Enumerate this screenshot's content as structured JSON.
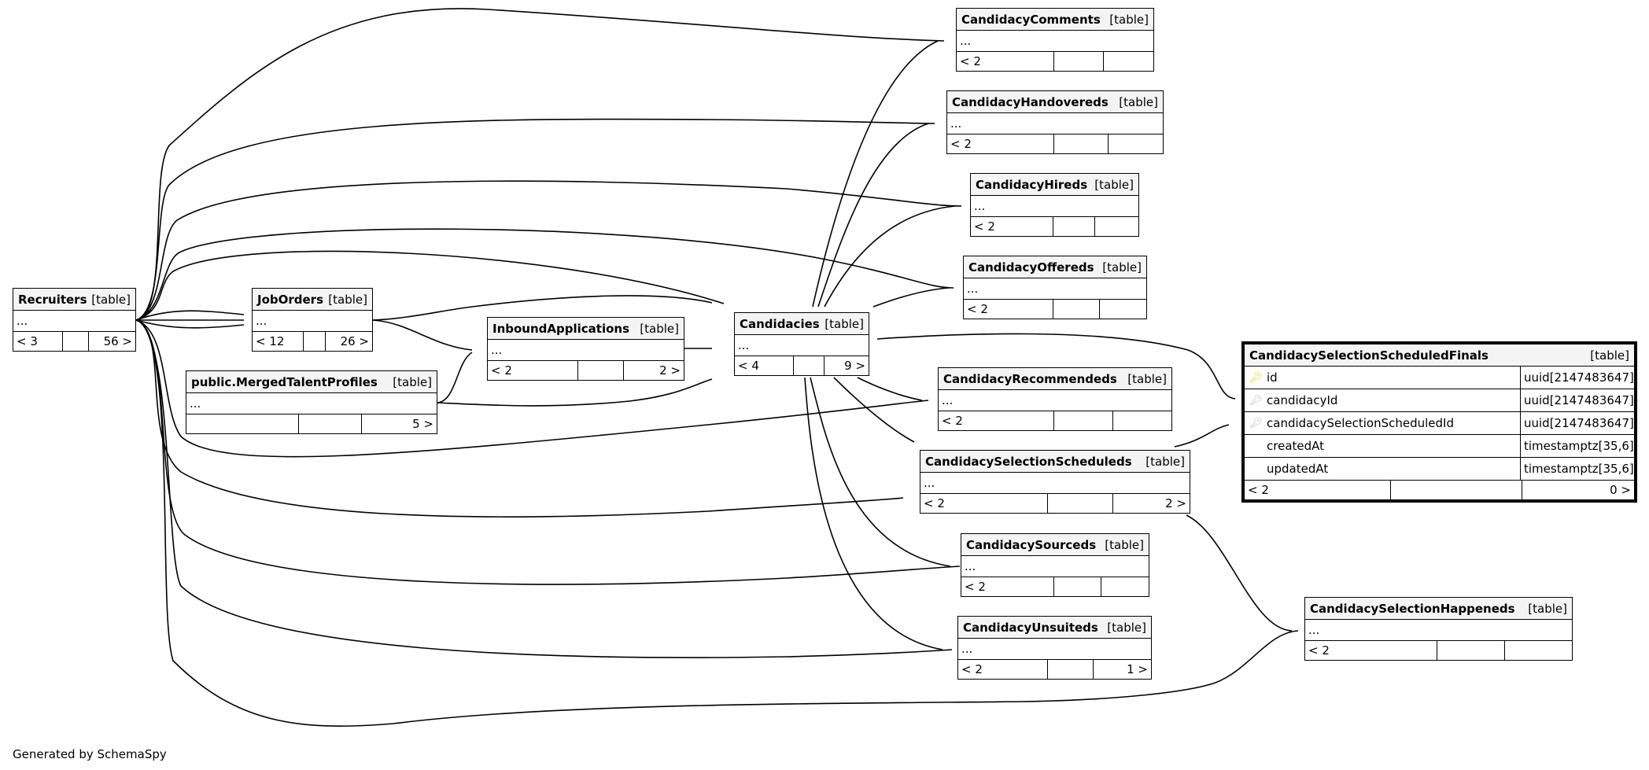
{
  "diagram": {
    "type_label": "[table]",
    "ellipsis": "...",
    "footer": "Generated by SchemaSpy"
  },
  "tables": {
    "recruiters": {
      "name": "Recruiters",
      "left": "< 3",
      "right": "56 >"
    },
    "joborders": {
      "name": "JobOrders",
      "left": "< 12",
      "right": "26 >"
    },
    "merged": {
      "name": "public.MergedTalentProfiles",
      "left": "",
      "right": "5 >"
    },
    "inbound": {
      "name": "InboundApplications",
      "left": "< 2",
      "right": "2 >"
    },
    "candidacies": {
      "name": "Candidacies",
      "left": "< 4",
      "right": "9 >"
    },
    "comments": {
      "name": "CandidacyComments",
      "left": "< 2",
      "right": ""
    },
    "handovereds": {
      "name": "CandidacyHandovereds",
      "left": "< 2",
      "right": ""
    },
    "hireds": {
      "name": "CandidacyHireds",
      "left": "< 2",
      "right": ""
    },
    "offereds": {
      "name": "CandidacyOffereds",
      "left": "< 2",
      "right": ""
    },
    "recommendeds": {
      "name": "CandidacyRecommendeds",
      "left": "< 2",
      "right": ""
    },
    "scheduleds": {
      "name": "CandidacySelectionScheduleds",
      "left": "< 2",
      "right": "2 >"
    },
    "sourceds": {
      "name": "CandidacySourceds",
      "left": "< 2",
      "right": ""
    },
    "unsuiteds": {
      "name": "CandidacyUnsuiteds",
      "left": "< 2",
      "right": "1 >"
    },
    "happeneds": {
      "name": "CandidacySelectionHappeneds",
      "left": "< 2",
      "right": ""
    },
    "finals": {
      "name": "CandidacySelectionScheduledFinals",
      "left": "< 2",
      "right": "0 >",
      "columns": [
        {
          "name": "id",
          "type": "uuid[2147483647]",
          "key": "primary-key"
        },
        {
          "name": "candidacyId",
          "type": "uuid[2147483647]",
          "key": "foreign-key"
        },
        {
          "name": "candidacySelectionScheduledId",
          "type": "uuid[2147483647]",
          "key": "foreign-key"
        },
        {
          "name": "createdAt",
          "type": "timestamptz[35,6]",
          "key": ""
        },
        {
          "name": "updatedAt",
          "type": "timestamptz[35,6]",
          "key": ""
        }
      ]
    }
  }
}
